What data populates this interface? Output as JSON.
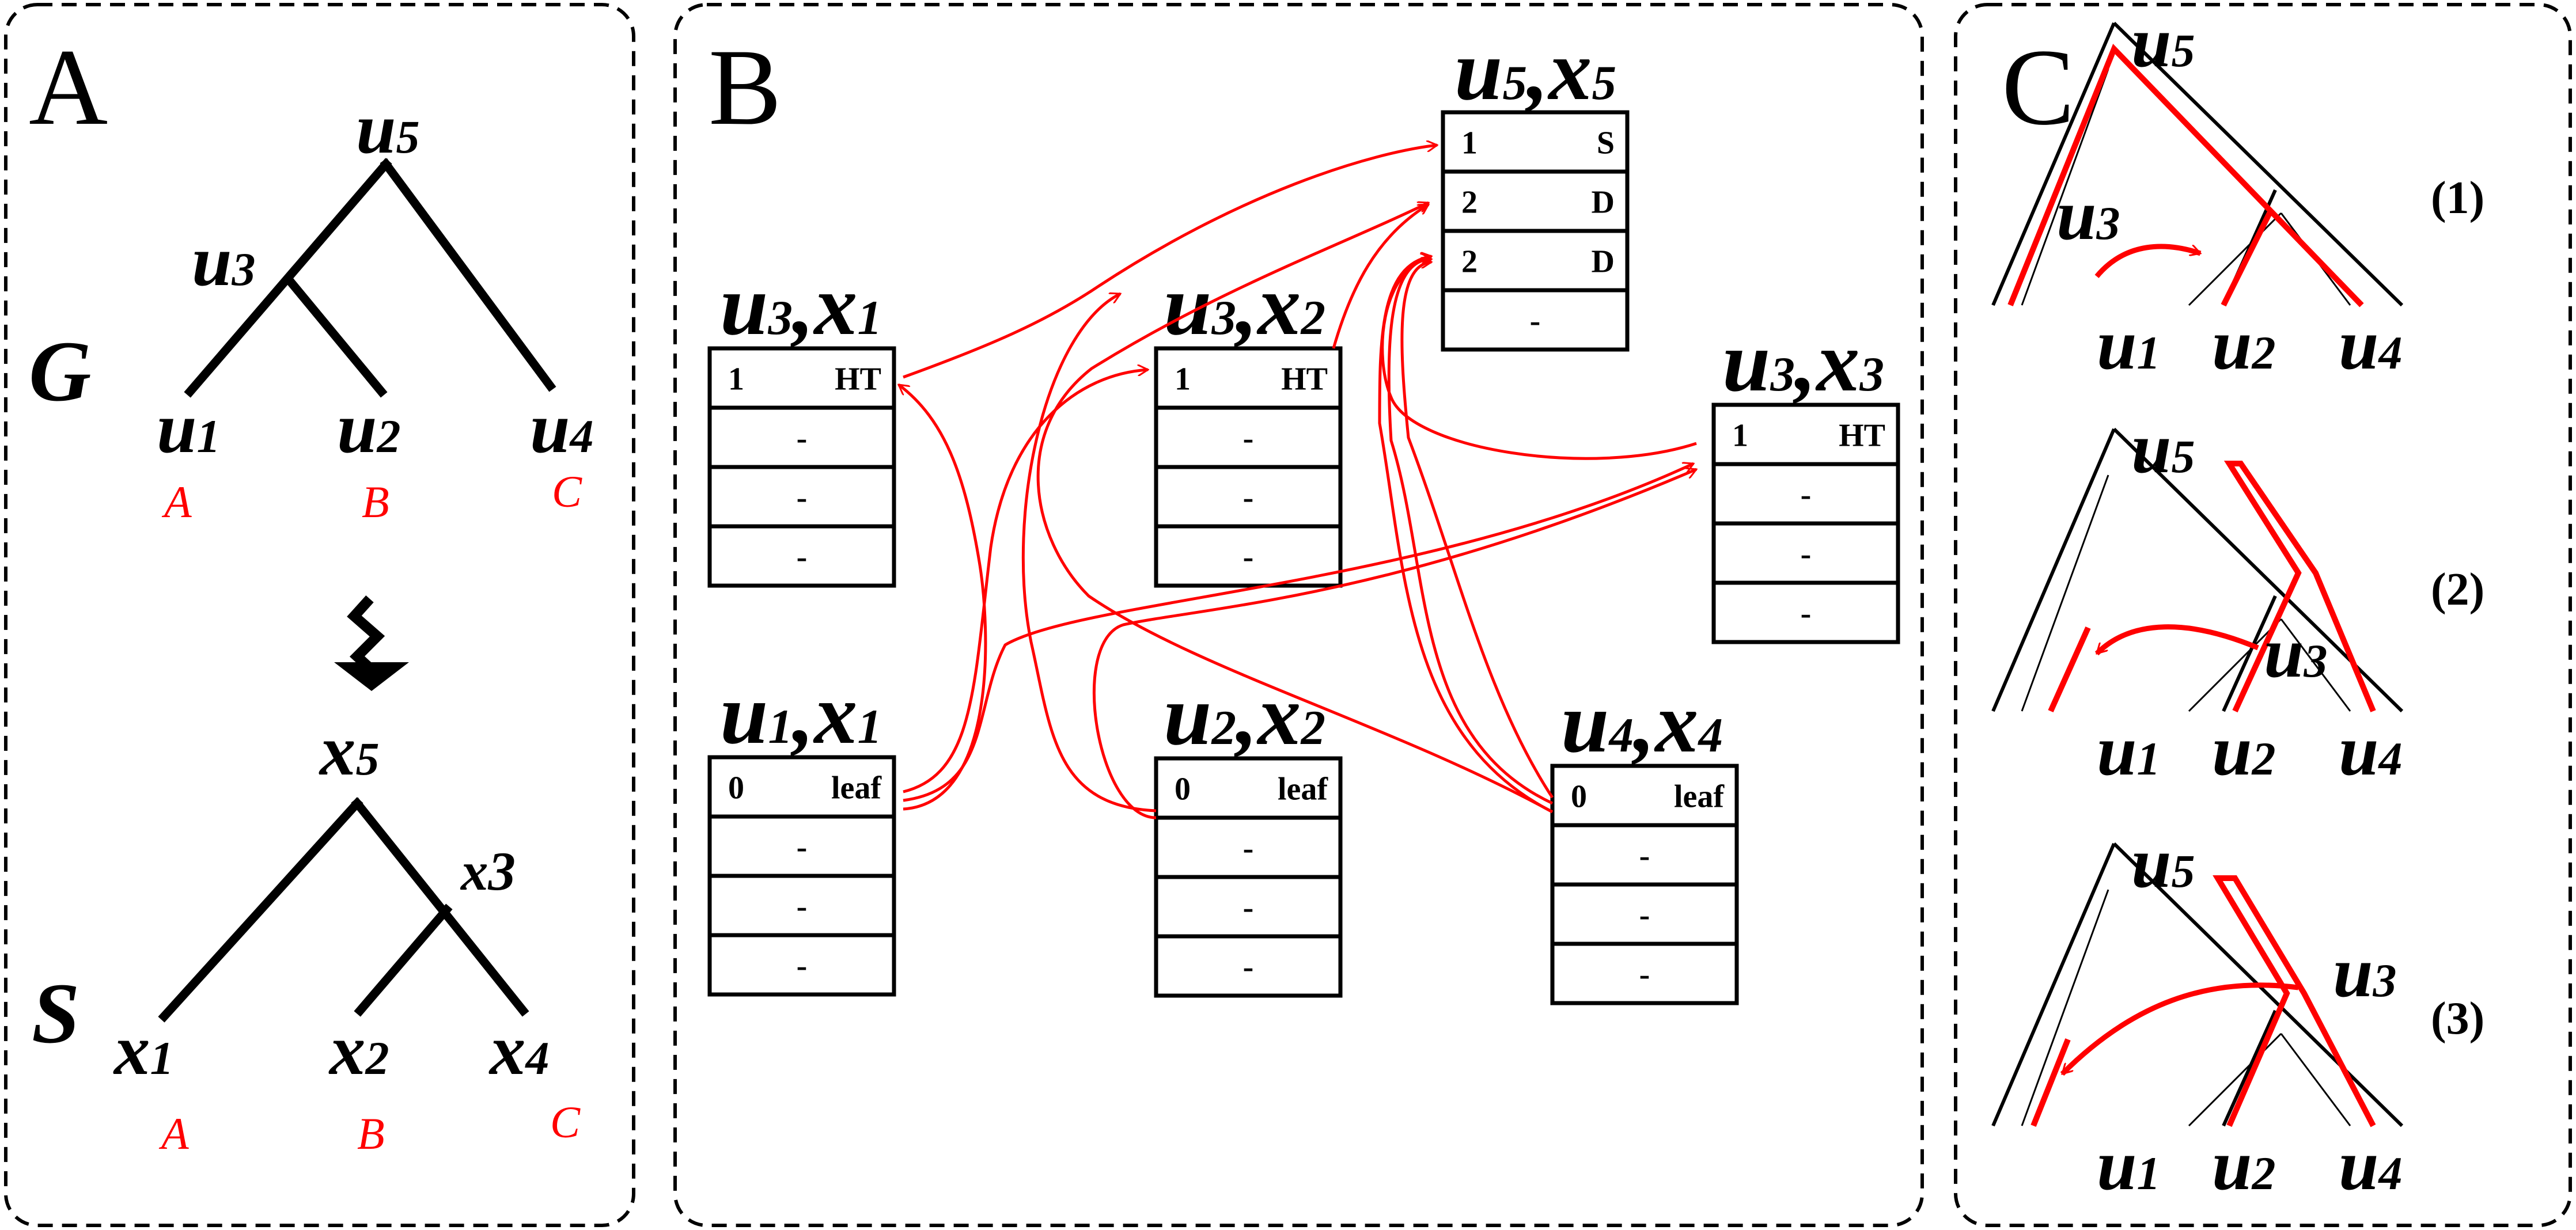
{
  "panels": {
    "A": {
      "letter": "A",
      "G": "G",
      "S": "S",
      "nodes": {
        "u5": {
          "b": "u",
          "s": "5"
        },
        "u3": {
          "b": "u",
          "s": "3"
        },
        "u1": {
          "b": "u",
          "s": "1"
        },
        "u2": {
          "b": "u",
          "s": "2"
        },
        "u4": {
          "b": "u",
          "s": "4"
        },
        "x5": {
          "b": "x",
          "s": "5"
        },
        "x3": {
          "b": "x",
          "s": "3"
        },
        "x1": {
          "b": "x",
          "s": "1"
        },
        "x2": {
          "b": "x",
          "s": "2"
        },
        "x4": {
          "b": "x",
          "s": "4"
        }
      },
      "gene_leaf_species": [
        "A",
        "B",
        "C"
      ],
      "species_leaf_names": [
        "A",
        "B",
        "C"
      ]
    },
    "B": {
      "letter": "B",
      "tables": [
        {
          "id": "u5x5",
          "t": [
            "u",
            "5",
            ",",
            "x",
            "5"
          ],
          "rows": [
            [
              "1",
              "S"
            ],
            [
              "2",
              "D"
            ],
            [
              "2",
              "D"
            ],
            [
              "-",
              ""
            ]
          ]
        },
        {
          "id": "u3x1",
          "t": [
            "u",
            "3",
            ",",
            "x",
            "1"
          ],
          "rows": [
            [
              "1",
              "HT"
            ],
            [
              "-",
              ""
            ],
            [
              "-",
              ""
            ],
            [
              "-",
              ""
            ]
          ]
        },
        {
          "id": "u3x2",
          "t": [
            "u",
            "3",
            ",",
            "x",
            "2"
          ],
          "rows": [
            [
              "1",
              "HT"
            ],
            [
              "-",
              ""
            ],
            [
              "-",
              ""
            ],
            [
              "-",
              ""
            ]
          ]
        },
        {
          "id": "u3x3",
          "t": [
            "u",
            "3",
            ",",
            "x",
            "3"
          ],
          "rows": [
            [
              "1",
              "HT"
            ],
            [
              "-",
              ""
            ],
            [
              "-",
              ""
            ],
            [
              "-",
              ""
            ]
          ]
        },
        {
          "id": "u1x1",
          "t": [
            "u",
            "1",
            ",",
            "x",
            "1"
          ],
          "rows": [
            [
              "0",
              "leaf"
            ],
            [
              "-",
              ""
            ],
            [
              "-",
              ""
            ],
            [
              "-",
              ""
            ]
          ]
        },
        {
          "id": "u2x2",
          "t": [
            "u",
            "2",
            ",",
            "x",
            "2"
          ],
          "rows": [
            [
              "0",
              "leaf"
            ],
            [
              "-",
              ""
            ],
            [
              "-",
              ""
            ],
            [
              "-",
              ""
            ]
          ]
        },
        {
          "id": "u4x4",
          "t": [
            "u",
            "4",
            ",",
            "x",
            "4"
          ],
          "rows": [
            [
              "0",
              "leaf"
            ],
            [
              "-",
              ""
            ],
            [
              "-",
              ""
            ],
            [
              "-",
              ""
            ]
          ]
        }
      ]
    },
    "C": {
      "letter": "C",
      "scenarios": [
        {
          "num": "(1)",
          "top": {
            "b": "u",
            "s": "5"
          },
          "mid": {
            "b": "u",
            "s": "3"
          },
          "leaves": [
            {
              "b": "u",
              "s": "1"
            },
            {
              "b": "u",
              "s": "2"
            },
            {
              "b": "u",
              "s": "4"
            }
          ]
        },
        {
          "num": "(2)",
          "top": {
            "b": "u",
            "s": "5"
          },
          "mid": {
            "b": "u",
            "s": "3"
          },
          "leaves": [
            {
              "b": "u",
              "s": "1"
            },
            {
              "b": "u",
              "s": "2"
            },
            {
              "b": "u",
              "s": "4"
            }
          ]
        },
        {
          "num": "(3)",
          "top": {
            "b": "u",
            "s": "5"
          },
          "mid": {
            "b": "u",
            "s": "3"
          },
          "leaves": [
            {
              "b": "u",
              "s": "1"
            },
            {
              "b": "u",
              "s": "2"
            },
            {
              "b": "u",
              "s": "4"
            }
          ]
        }
      ]
    }
  },
  "colors": {
    "ink": "#000000",
    "accent": "#ff0000",
    "background": "#ffffff"
  }
}
